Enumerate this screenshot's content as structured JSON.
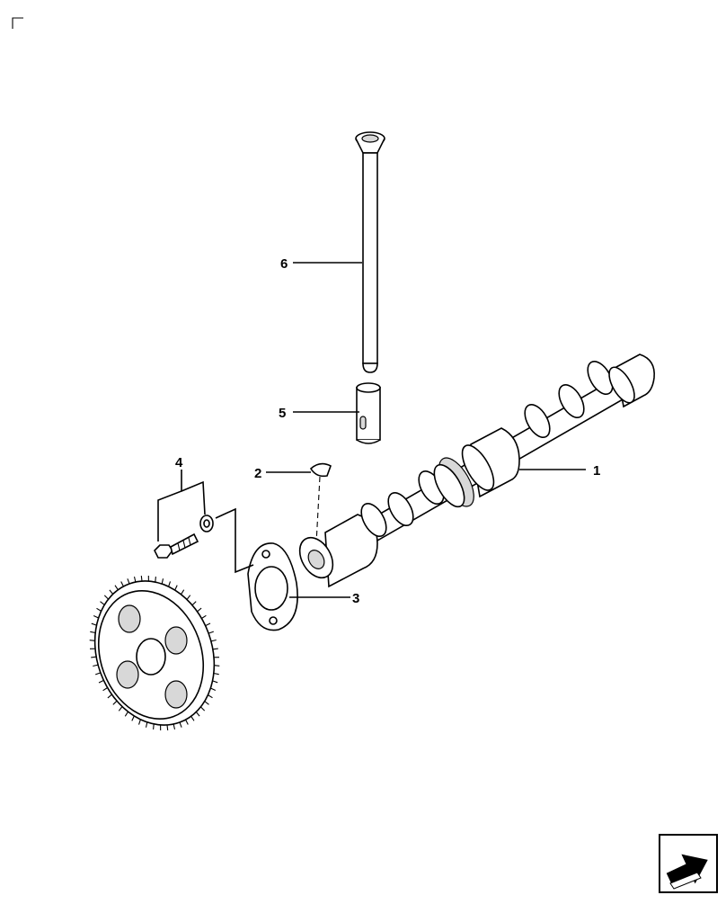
{
  "diagram": {
    "callouts": [
      {
        "id": "callout-1",
        "label": "1"
      },
      {
        "id": "callout-2",
        "label": "2"
      },
      {
        "id": "callout-3",
        "label": "3"
      },
      {
        "id": "callout-4",
        "label": "4"
      },
      {
        "id": "callout-5",
        "label": "5"
      },
      {
        "id": "callout-6",
        "label": "6"
      }
    ],
    "parts": [
      "camshaft",
      "key",
      "gasket",
      "bolt-and-washer",
      "tappet",
      "push-rod",
      "camshaft-gear"
    ]
  },
  "navigation": {
    "icon": "arrow-icon"
  }
}
